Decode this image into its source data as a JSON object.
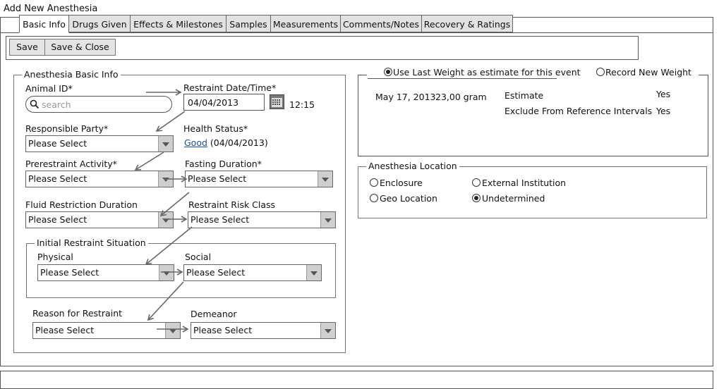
{
  "window": {
    "title": "Add New Anesthesia"
  },
  "tabs": [
    "Basic Info",
    "Drugs Given",
    "Effects & Milestones",
    "Samples",
    "Measurements",
    "Comments/Notes",
    "Recovery & Ratings"
  ],
  "toolbar": {
    "save": "Save",
    "save_close": "Save & Close"
  },
  "basic_info": {
    "legend": "Anesthesia Basic Info",
    "animal_id_label": "Animal ID*",
    "search_placeholder": "search",
    "restraint_datetime_label": "Restraint  Date/Time*",
    "restraint_date": "04/04/2013",
    "restraint_time": "12:15",
    "responsible_party_label": "Responsible Party*",
    "health_status_label": "Health Status*",
    "health_status_value": "Good",
    "health_status_date": "(04/04/2013)",
    "preretraint_activity_label": "Prerestraint  Activity*",
    "fasting_duration_label": "Fasting Duration*",
    "fluid_restriction_label": "Fluid Restriction Duration",
    "restraint_risk_label": "Restraint Risk Class",
    "initial_situation_legend": "Initial Restraint Situation",
    "physical_label": "Physical",
    "social_label": "Social",
    "reason_label": "Reason for Restraint",
    "demeanor_label": "Demeanor",
    "please_select": "Please Select"
  },
  "weight": {
    "use_last": "Use Last Weight as estimate for this event",
    "record_new": "Record New Weight",
    "date": "May 17, 2013",
    "value": "23,00 gram",
    "estimate_label": "Estimate",
    "estimate_value": "Yes",
    "exclude_label": "Exclude From Reference Intervals",
    "exclude_value": "Yes"
  },
  "location": {
    "legend": "Anesthesia Location",
    "enclosure": "Enclosure",
    "external": "External Institution",
    "geo": "Geo Location",
    "undetermined": "Undetermined"
  }
}
